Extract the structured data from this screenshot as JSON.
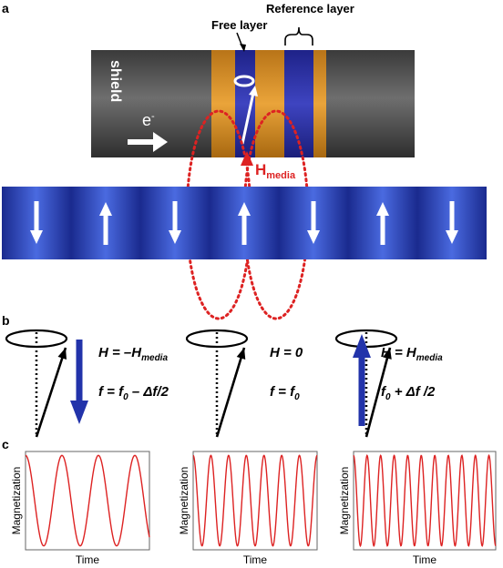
{
  "panels": {
    "a": "a",
    "b": "b",
    "c": "c"
  },
  "head": {
    "free_layer": "Free layer",
    "reference_layer": "Reference layer",
    "shield_left": "shield",
    "shield_right": "shield",
    "electron": "e",
    "electron_sup": "-",
    "h_media": "H",
    "h_media_sub": "media"
  },
  "media_bits": [
    "down",
    "up",
    "down",
    "up",
    "down",
    "up",
    "down"
  ],
  "states": [
    {
      "h_pre": "H = –H",
      "h_sub": "media",
      "h_post": "",
      "f_pre": "f = f",
      "f_sub": "0",
      "f_post": " – Δf/2",
      "field": "down"
    },
    {
      "h_pre": "H = 0",
      "h_sub": "",
      "h_post": "",
      "f_pre": "f = f",
      "f_sub": "0",
      "f_post": "",
      "field": "none"
    },
    {
      "h_pre": "H = H",
      "h_sub": "media",
      "h_post": "",
      "f_pre": "f",
      "f_sub": "0",
      "f_post": " + Δf /2",
      "field": "up"
    }
  ],
  "signals": [
    {
      "xlabel": "Time",
      "ylabel": "Magnetization",
      "cycles": 3.4
    },
    {
      "xlabel": "Time",
      "ylabel": "Magnetization",
      "cycles": 7
    },
    {
      "xlabel": "Time",
      "ylabel": "Magnetization",
      "cycles": 10.5
    }
  ],
  "colors": {
    "shield": "#5a5a5a",
    "layer_orange": "#e0952a",
    "layer_blue": "#2b2fa0",
    "media_blue": "#2233aa",
    "field_red": "#dd2222",
    "signal_red": "#dd2222"
  }
}
